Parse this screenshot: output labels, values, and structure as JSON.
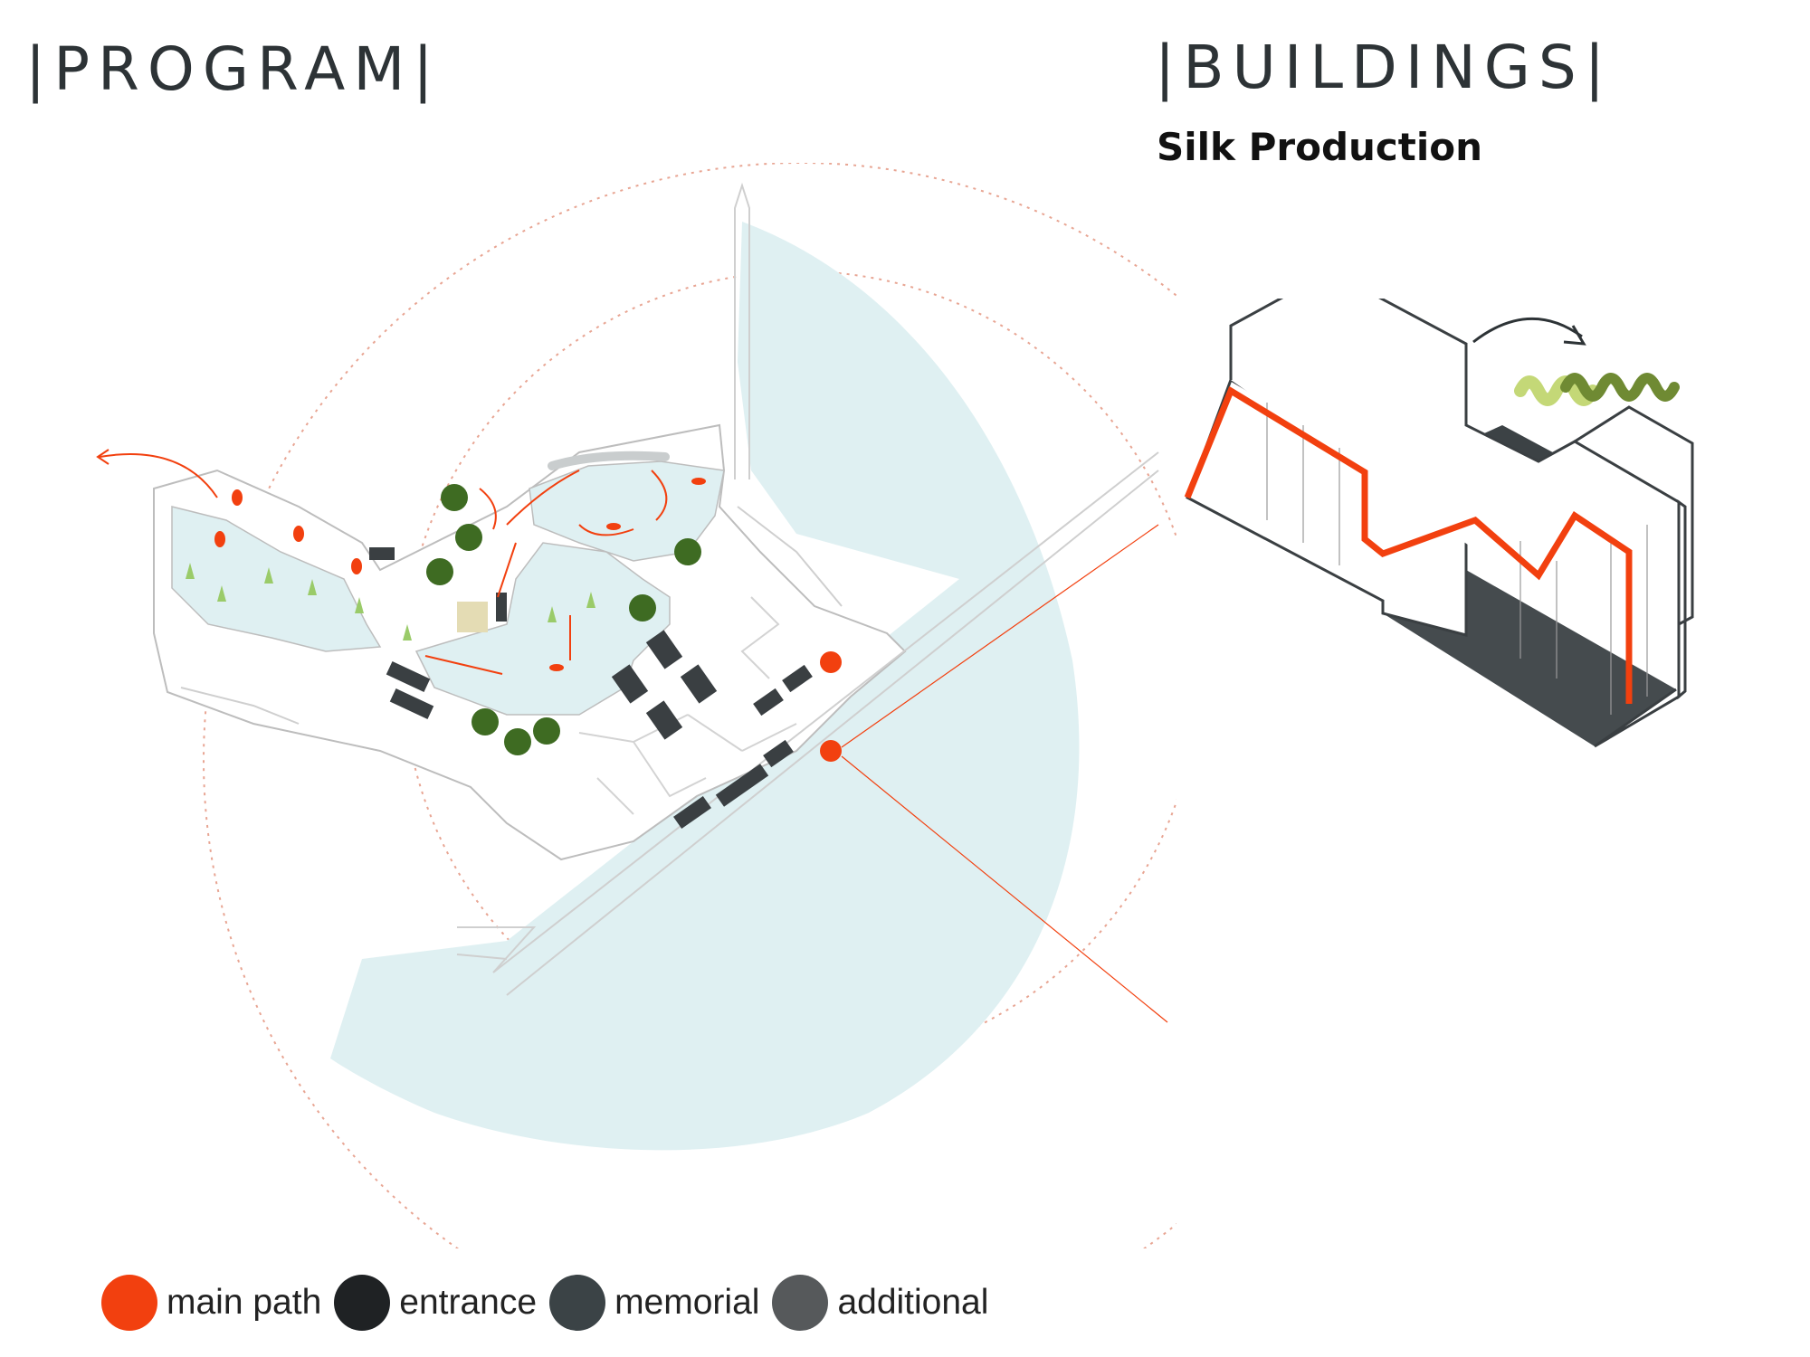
{
  "headings": {
    "program": "|PROGRAM|",
    "buildings": "|BUILDINGS|",
    "buildings_subtitle": "Silk Production"
  },
  "legend": [
    {
      "key": "main-path",
      "label": "main path",
      "color": "#f2400f"
    },
    {
      "key": "entrance",
      "label": "entrance",
      "color": "#1f2224"
    },
    {
      "key": "memorial",
      "label": "memorial",
      "color": "#3b4346"
    },
    {
      "key": "additional",
      "label": "additional",
      "color": "#56595b"
    }
  ],
  "colors": {
    "accent": "#f2400f",
    "water": "#dff0f2",
    "building_dark": "#3a3f42",
    "tree": "#3e6b22",
    "worm_light": "#c4d877",
    "worm_dark": "#6f8a33",
    "outline": "#bdbdbd"
  }
}
